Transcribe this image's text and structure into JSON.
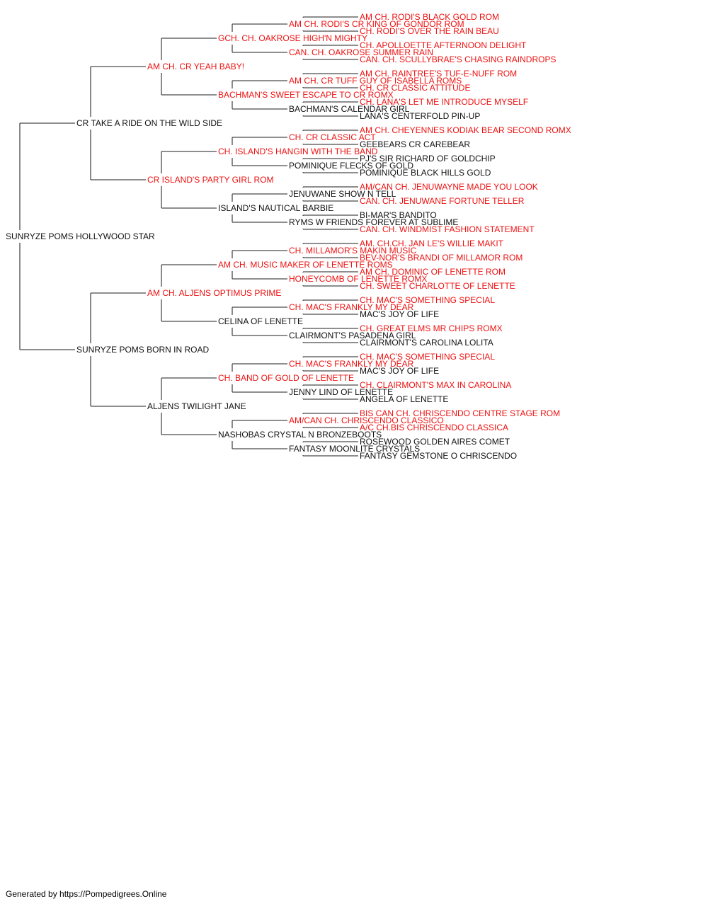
{
  "colors": {
    "champion": "#ee1111",
    "regular": "#111111",
    "connector": "#4a4a4a"
  },
  "footer": "Generated by https://Pompedigrees.Online",
  "pedigree": {
    "name": "SUNRYZE POMS HOLLYWOOD STAR",
    "champion": false,
    "sire": {
      "name": "CR TAKE A RIDE ON THE WILD SIDE",
      "champion": false,
      "sire": {
        "name": "AM CH. CR YEAH BABY!",
        "champion": true,
        "sire": {
          "name": "GCH. CH. OAKROSE HIGH'N MIGHTY",
          "champion": true,
          "sire": {
            "name": "AM CH. RODI'S CR KING OF GONDOR ROM",
            "champion": true,
            "sire": {
              "name": "AM CH. RODI'S BLACK GOLD ROM",
              "champion": true
            },
            "dam": {
              "name": "CH. RODI'S OVER THE RAIN BEAU",
              "champion": true
            }
          },
          "dam": {
            "name": "CAN. CH. OAKROSE SUMMER RAIN",
            "champion": true,
            "sire": {
              "name": "CH. APOLLOETTE AFTERNOON DELIGHT",
              "champion": true
            },
            "dam": {
              "name": "CAN. CH. SCULLYBRAE'S CHASING RAINDROPS",
              "champion": true
            }
          }
        },
        "dam": {
          "name": "BACHMAN'S SWEET ESCAPE TO CR ROMX",
          "champion": true,
          "sire": {
            "name": "AM CH. CR TUFF GUY OF ISABELLA ROMS",
            "champion": true,
            "sire": {
              "name": "AM CH. RAINTREE'S TUF-E-NUFF ROM",
              "champion": true
            },
            "dam": {
              "name": "CH. CR CLASSIC ATTITUDE",
              "champion": true
            }
          },
          "dam": {
            "name": "BACHMAN'S CALENDAR GIRL",
            "champion": false,
            "sire": {
              "name": "CH. LANA'S LET ME INTRODUCE MYSELF",
              "champion": true
            },
            "dam": {
              "name": "LANA'S CENTERFOLD PIN-UP",
              "champion": false
            }
          }
        }
      },
      "dam": {
        "name": "CR ISLAND'S PARTY GIRL ROM",
        "champion": true,
        "sire": {
          "name": "CH. ISLAND'S HANGIN WITH THE BAND",
          "champion": true,
          "sire": {
            "name": "CH. CR CLASSIC ACT",
            "champion": true,
            "sire": {
              "name": "AM CH. CHEYENNES KODIAK BEAR SECOND ROMX",
              "champion": true
            },
            "dam": {
              "name": "GEEBEARS CR CAREBEAR",
              "champion": false
            }
          },
          "dam": {
            "name": "POMINIQUE FLECKS OF GOLD",
            "champion": false,
            "sire": {
              "name": "PJ'S SIR RICHARD OF GOLDCHIP",
              "champion": false
            },
            "dam": {
              "name": "POMINIQUE BLACK HILLS GOLD",
              "champion": false
            }
          }
        },
        "dam": {
          "name": "ISLAND'S NAUTICAL BARBIE",
          "champion": false,
          "sire": {
            "name": "JENUWANE SHOW N TELL",
            "champion": false,
            "sire": {
              "name": "AM/CAN CH. JENUWAYNE MADE YOU LOOK",
              "champion": true
            },
            "dam": {
              "name": "CAN. CH. JENUWANE FORTUNE TELLER",
              "champion": true
            }
          },
          "dam": {
            "name": "RYMS W FRIENDS FOREVER AT SUBLIME",
            "champion": false,
            "sire": {
              "name": "BI-MAR'S BANDITO",
              "champion": false
            },
            "dam": {
              "name": "CAN. CH. WINDMIST FASHION STATEMENT",
              "champion": true
            }
          }
        }
      }
    },
    "dam": {
      "name": "SUNRYZE POMS BORN IN ROAD",
      "champion": false,
      "sire": {
        "name": "AM CH. ALJENS OPTIMUS PRIME",
        "champion": true,
        "sire": {
          "name": "AM CH. MUSIC MAKER OF LENETTE ROMS",
          "champion": true,
          "sire": {
            "name": "CH. MILLAMOR'S MAKIN MUSIC",
            "champion": true,
            "sire": {
              "name": "AM. CH.CH. JAN LE'S WILLIE MAKIT",
              "champion": true
            },
            "dam": {
              "name": "BEV-NOR'S BRANDI OF MILLAMOR ROM",
              "champion": true
            }
          },
          "dam": {
            "name": "HONEYCOMB OF LENETTE ROMX",
            "champion": true,
            "sire": {
              "name": "AM CH. DOMINIC OF LENETTE ROM",
              "champion": true
            },
            "dam": {
              "name": "CH. SWEET CHARLOTTE OF LENETTE",
              "champion": true
            }
          }
        },
        "dam": {
          "name": "CELINA OF LENETTE",
          "champion": false,
          "sire": {
            "name": "CH. MAC'S FRANKLY MY DEAR",
            "champion": true,
            "sire": {
              "name": "CH. MAC'S SOMETHING SPECIAL",
              "champion": true
            },
            "dam": {
              "name": "MAC'S JOY OF LIFE",
              "champion": false
            }
          },
          "dam": {
            "name": "CLAIRMONT'S PASADENA GIRL",
            "champion": false,
            "sire": {
              "name": "CH. GREAT ELMS MR CHIPS ROMX",
              "champion": true
            },
            "dam": {
              "name": "CLAIRMONT'S CAROLINA LOLITA",
              "champion": false
            }
          }
        }
      },
      "dam": {
        "name": "ALJENS TWILIGHT JANE",
        "champion": false,
        "sire": {
          "name": "CH. BAND OF GOLD OF LENETTE",
          "champion": true,
          "sire": {
            "name": "CH. MAC'S FRANKLY MY DEAR",
            "champion": true,
            "sire": {
              "name": "CH. MAC'S SOMETHING SPECIAL",
              "champion": true
            },
            "dam": {
              "name": "MAC'S JOY OF LIFE",
              "champion": false
            }
          },
          "dam": {
            "name": "JENNY LIND OF LENETTE",
            "champion": false,
            "sire": {
              "name": "CH. CLAIRMONT'S MAX IN CAROLINA",
              "champion": true
            },
            "dam": {
              "name": "ANGELA OF LENETTE",
              "champion": false
            }
          }
        },
        "dam": {
          "name": "NASHOBAS CRYSTAL N BRONZEBOOTS",
          "champion": false,
          "sire": {
            "name": "AM/CAN CH. CHRISCENDO CLASSICO",
            "champion": true,
            "sire": {
              "name": "BIS CAN CH. CHRISCENDO CENTRE STAGE ROM",
              "champion": true
            },
            "dam": {
              "name": "A/C CH.BIS CHRISCENDO CLASSICA",
              "champion": true
            }
          },
          "dam": {
            "name": "FANTASY MOONLITE CRYSTALS",
            "champion": false,
            "sire": {
              "name": "ROSEWOOD GOLDEN AIRES COMET",
              "champion": false
            },
            "dam": {
              "name": "FANTASY GEMSTONE O CHRISCENDO",
              "champion": false
            }
          }
        }
      }
    }
  }
}
